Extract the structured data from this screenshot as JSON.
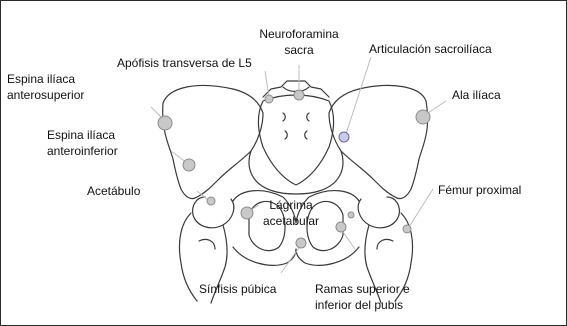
{
  "diagram": {
    "labels": {
      "neuroforamina": "Neuroforamina\nsacra",
      "apofisis": "Apófisis transversa de L5",
      "articulacion": "Articulación sacroilíaca",
      "espina_sup": "Espina ilíaca\nanterosuperior",
      "ala": "Ala ilíaca",
      "espina_inf": "Espina ilíaca\nanteroinferior",
      "acetabulo": "Acetábulo",
      "femur": "Fémur proximal",
      "lagrima": "Lágrima\nacetabular",
      "sinfisis": "Sínfisis púbica",
      "ramas": "Ramas superior e\ninferior del pubis"
    },
    "colors": {
      "outline": "#3a3a3a",
      "leader": "#bdbdbd",
      "marker_fill": "#c8c8c8",
      "marker_stroke": "#8c8c8c",
      "sacroiliac_marker_fill": "#c9c9e8",
      "sacroiliac_marker_stroke": "#6a6aa8"
    }
  }
}
